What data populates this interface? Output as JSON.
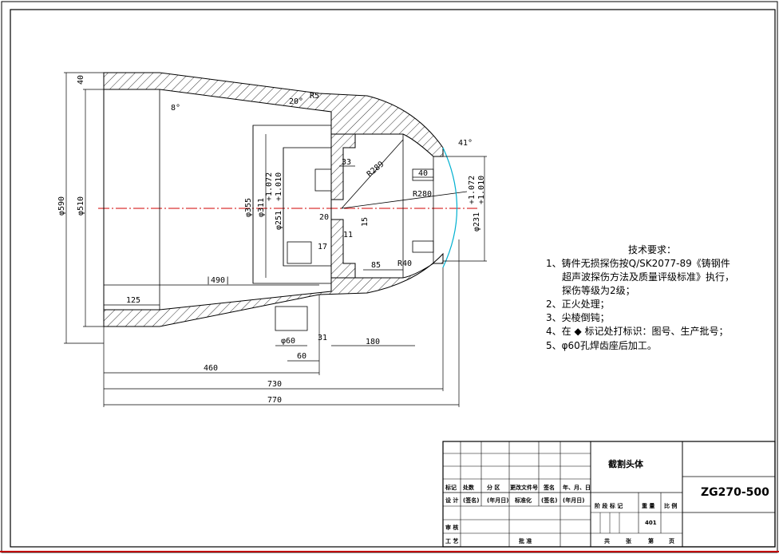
{
  "tech_requirements": {
    "title": "技术要求：",
    "items": [
      "1、铸件无损探伤按Q/SK2077-89《铸钢件",
      "超声波探伤方法及质量评级标准》执行，",
      "探伤等级为2级；",
      "2、正火处理；",
      "3、尖棱倒钝；",
      "4、在 ◆ 标记处打标识：图号、生产批号；",
      "5、φ60孔焊齿座后加工。"
    ]
  },
  "dimensions": {
    "d590": "φ590",
    "d510": "φ510",
    "d355": "φ355",
    "d311": "φ311",
    "d251": "φ251",
    "d231": "φ231",
    "tol_plus": "+1.072",
    "tol_zero": "+1.010",
    "t40": "40",
    "ang8": "8°",
    "ang20": "20°",
    "ang41": "41°",
    "r5": "R5",
    "r289": "R289",
    "r280": "R280",
    "r40": "R40",
    "d33": "33",
    "d40": "40",
    "d20": "20",
    "d11": "11",
    "d15": "15",
    "d17": "17",
    "d85": "85",
    "d490": "|490|",
    "d125": "125",
    "d60h": "φ60",
    "d60": "60",
    "d31": "31",
    "d180": "180",
    "d460": "460",
    "d730": "730",
    "d770": "770"
  },
  "title_block": {
    "part_name": "截割头体",
    "drawing_no": "ZG270-500",
    "weight": "401",
    "headers": [
      "标记",
      "处数",
      "分 区",
      "更改文件号",
      "签名",
      "年、月、日"
    ],
    "row_design": [
      "设 计",
      "(签名)",
      "(年月日)",
      "标准化",
      "(签名)",
      "(年月日)"
    ],
    "right_headers": [
      "阶 段 标 记",
      "重 量",
      "比 例"
    ],
    "review": "审 核",
    "process": "工 艺",
    "approve": "批 准",
    "sheets": [
      "共",
      "张",
      "第",
      "页"
    ]
  }
}
